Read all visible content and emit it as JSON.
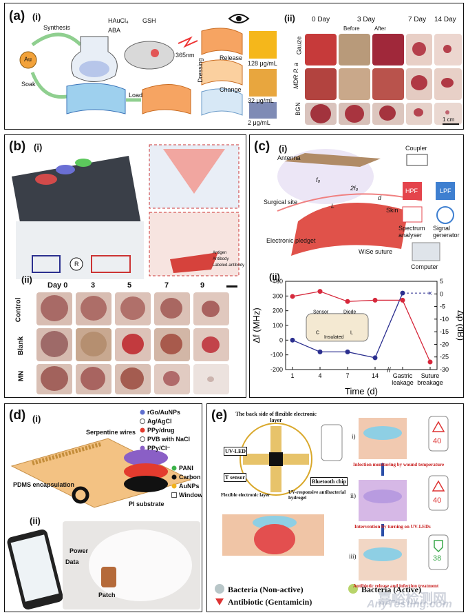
{
  "panel_a": {
    "label": "(a)",
    "sub_i": "(i)",
    "sub_ii": "(ii)",
    "synthesis": "Synthesis",
    "soak": "Soak",
    "load": "Load",
    "reagents": [
      "HAuCl₄",
      "GSH",
      "ABA"
    ],
    "au": "Au",
    "uv": "365nm",
    "release": "Release",
    "change": "Change",
    "dressing": "Dressing",
    "concentrations": [
      "128 μg/mL",
      "32 μg/mL",
      "2 μg/mL"
    ],
    "days": [
      "0 Day",
      "3 Day",
      "7 Day",
      "14 Day"
    ],
    "before": "Before",
    "after": "After",
    "rows": [
      "Gauze",
      "MDR P. a",
      "BGN"
    ],
    "scale": "1 cm"
  },
  "panel_b": {
    "label": "(b)",
    "sub_i": "(i)",
    "sub_ii": "(ii)",
    "legend": [
      "Antigen",
      "Antibody",
      "Labeled-antibody"
    ],
    "r_label": "R",
    "days": [
      "Day 0",
      "3",
      "5",
      "7",
      "9"
    ],
    "rows": [
      "Control",
      "Blank",
      "MN"
    ]
  },
  "panel_c": {
    "label": "(c)",
    "sub_i": "(i)",
    "sub_ii": "(ii)",
    "antenna": "Antenna",
    "coupler": "Coupler",
    "hpf": "HPF",
    "lpf": "LPF",
    "f0": "f₀",
    "two_f0": "2f₀",
    "d": "d",
    "skin": "Skin",
    "surgical_site": "Surgical site",
    "l_label": "L",
    "spectrum_analyser": "Spectrum analyser",
    "signal_generator": "Signal generator",
    "electronic_pledget": "Electronic pledget",
    "wise_suture": "WiSe suture",
    "computer": "Computer",
    "inset": {
      "sensor": "Sensor",
      "diode": "Diode",
      "c": "C",
      "l": "L",
      "insulated": "Insulated"
    }
  },
  "panel_d": {
    "label": "(d)",
    "sub_i": "(i)",
    "sub_ii": "(ii)",
    "legend": [
      "rGo/AuNPs",
      "Ag/AgCl",
      "PPy/drug",
      "PVB with NaCl",
      "PPy/Cl⁻"
    ],
    "legend2": [
      "PANI",
      "Carbon",
      "AuNPs",
      "Window"
    ],
    "serpentine": "Serpentine wires",
    "pdms": "PDMS encapsulation",
    "pi": "PI substrate",
    "power": "Power",
    "data": "Data",
    "patch": "Patch"
  },
  "panel_e": {
    "label": "(e)",
    "back_side": "The back side of flexible electronic layer",
    "uv_led": "UV-LED",
    "t_sensor": "T sensor",
    "bluetooth_chip": "Bluetooth chip",
    "flexible_layer": "Flexible electronic layer",
    "uv_hydrogel": "UV-responsive antibacterial hydrogel",
    "steps": [
      "i)",
      "ii)",
      "iii)"
    ],
    "step_captions": [
      "Infection monitoring by wound temperature",
      "Intervention by turning on  UV-LEDs",
      "Antibiotic release and infection treatment"
    ],
    "phone_temps": [
      "40",
      "40",
      "38"
    ],
    "legend": [
      "Bacteria (Non-active)",
      "Bacteria (Active)",
      "Antibiotic (Gentamicin)"
    ]
  },
  "watermark": {
    "cn": "嘉峪检测网",
    "en": "AnyTesting.com"
  },
  "chart_data": {
    "type": "line",
    "x": [
      "1",
      "4",
      "7",
      "14",
      "Gastric leakage",
      "Suture breakage"
    ],
    "xlabel": "Time (d)",
    "ylabel": "Δf (MHz)",
    "ylabel_right": "Δp (dB)",
    "ylim": [
      -200,
      400
    ],
    "ylim_right": [
      -30,
      5
    ],
    "yticks": [
      "400",
      "300",
      "200",
      "100",
      "0",
      "-100",
      "-200"
    ],
    "yticks_right": [
      "5",
      "0",
      "-5",
      "-10",
      "-15",
      "-20",
      "-25",
      "-30"
    ],
    "series": [
      {
        "axis": "left",
        "color": "#2b2f8f",
        "values": [
          0,
          -80,
          -80,
          -120,
          320,
          null
        ]
      },
      {
        "axis": "right",
        "color": "#d6283b",
        "values": [
          -1,
          1,
          -3,
          -2.5,
          -2.5,
          -27
        ]
      }
    ]
  }
}
